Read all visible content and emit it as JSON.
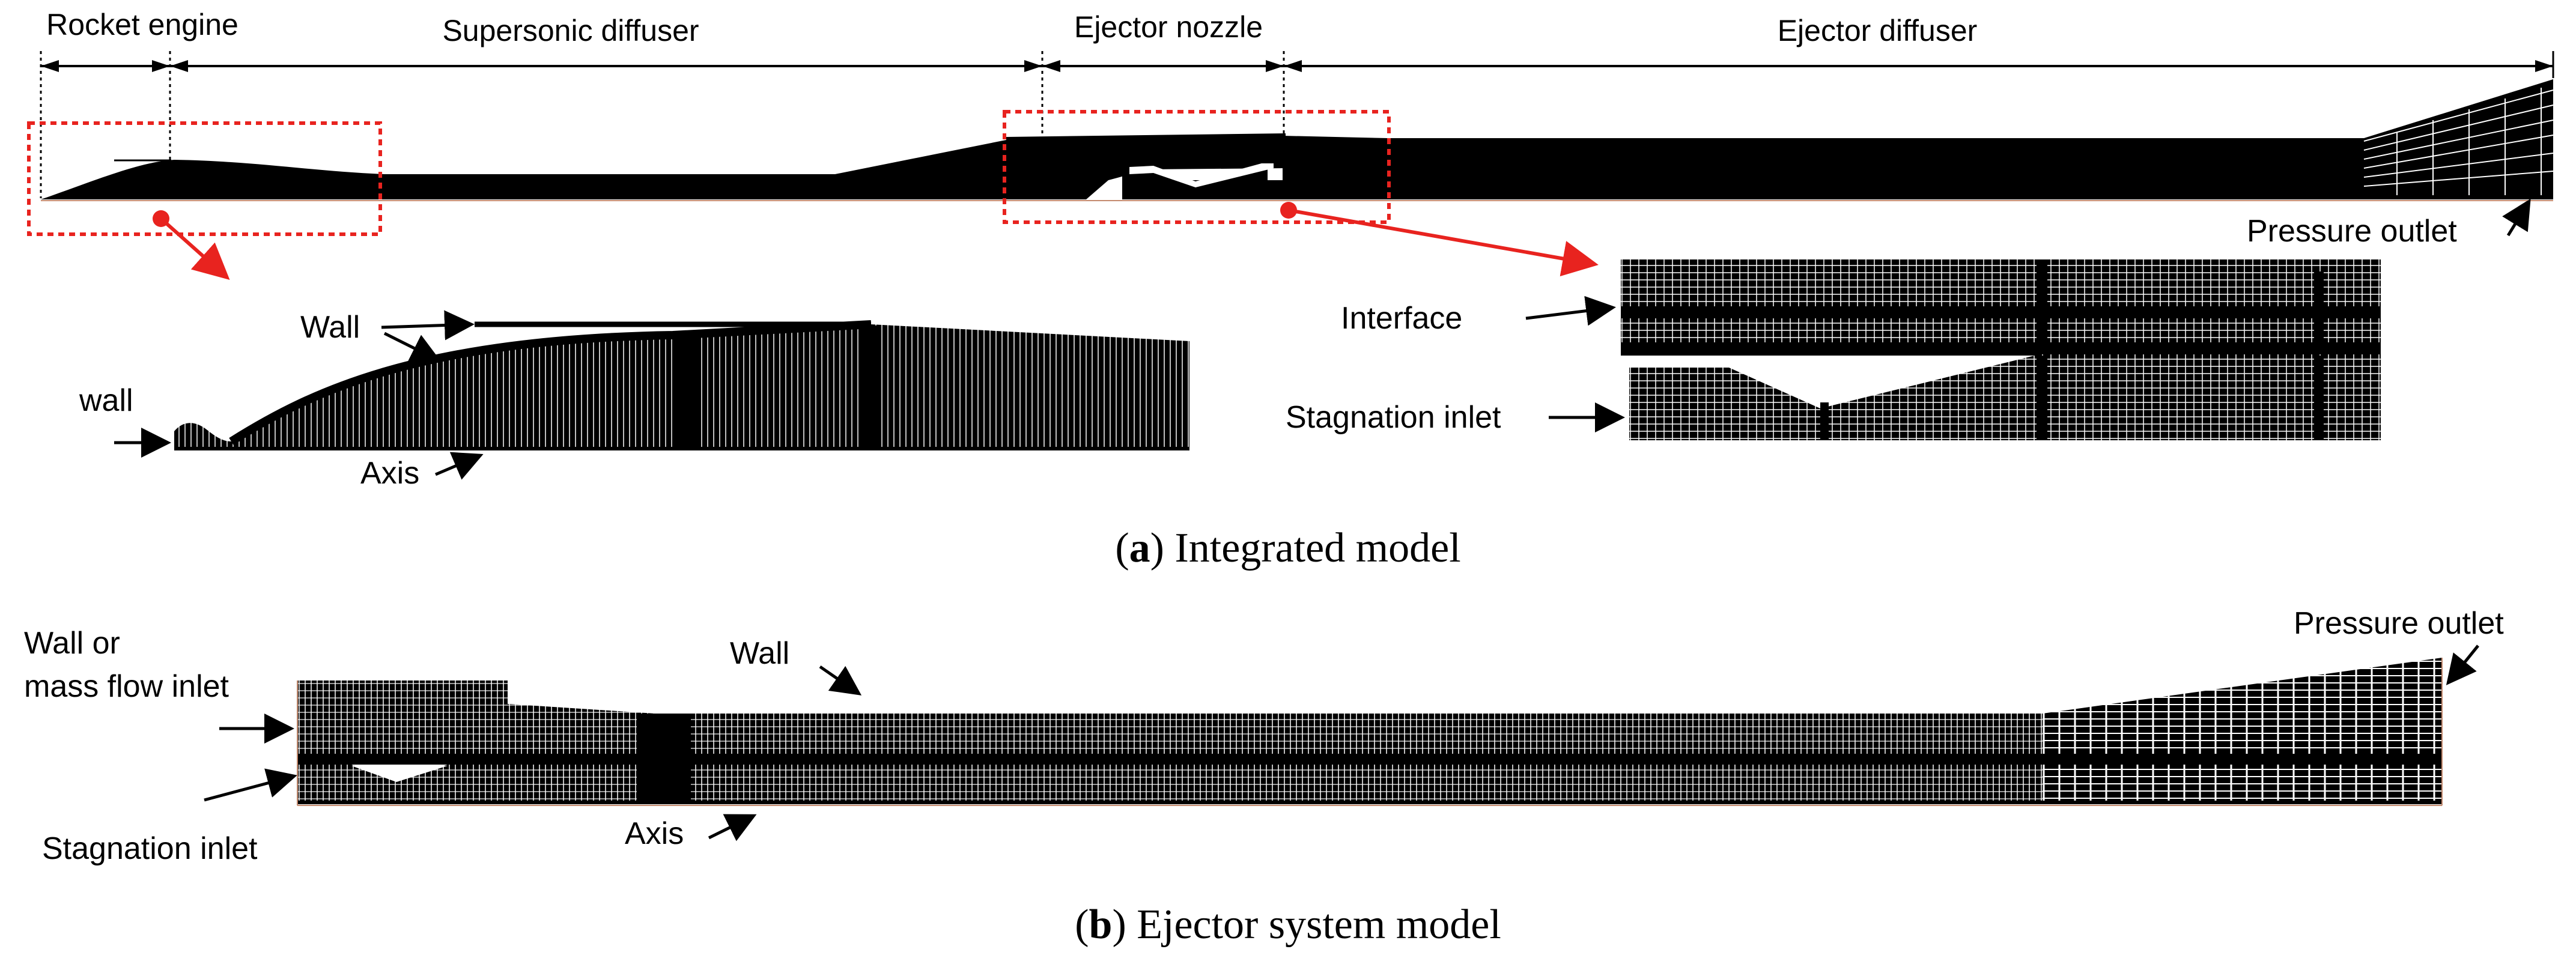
{
  "top": {
    "segments": [
      {
        "id": "rocket-engine",
        "label": "Rocket engine"
      },
      {
        "id": "supersonic-diffuser",
        "label": "Supersonic diffuser"
      },
      {
        "id": "ejector-nozzle",
        "label": "Ejector nozzle"
      },
      {
        "id": "ejector-diffuser",
        "label": "Ejector diffuser"
      }
    ],
    "pressure_outlet": "Pressure outlet",
    "zoom_left": {
      "wall_upper": "Wall",
      "wall_inlet": "wall",
      "axis": "Axis"
    },
    "zoom_right": {
      "interface": "Interface",
      "stagnation_inlet": "Stagnation inlet"
    },
    "caption": {
      "letter": "a",
      "text": "Integrated model"
    }
  },
  "bottom": {
    "wall_or_mass": [
      "Wall or",
      "mass flow inlet"
    ],
    "wall": "Wall",
    "pressure_outlet": "Pressure outlet",
    "stagnation_inlet": "Stagnation inlet",
    "axis": "Axis",
    "caption": {
      "letter": "b",
      "text": "Ejector system model"
    }
  },
  "colors": {
    "mesh": "#000000",
    "highlight": "#e8231f",
    "outline": "#e8231f"
  }
}
